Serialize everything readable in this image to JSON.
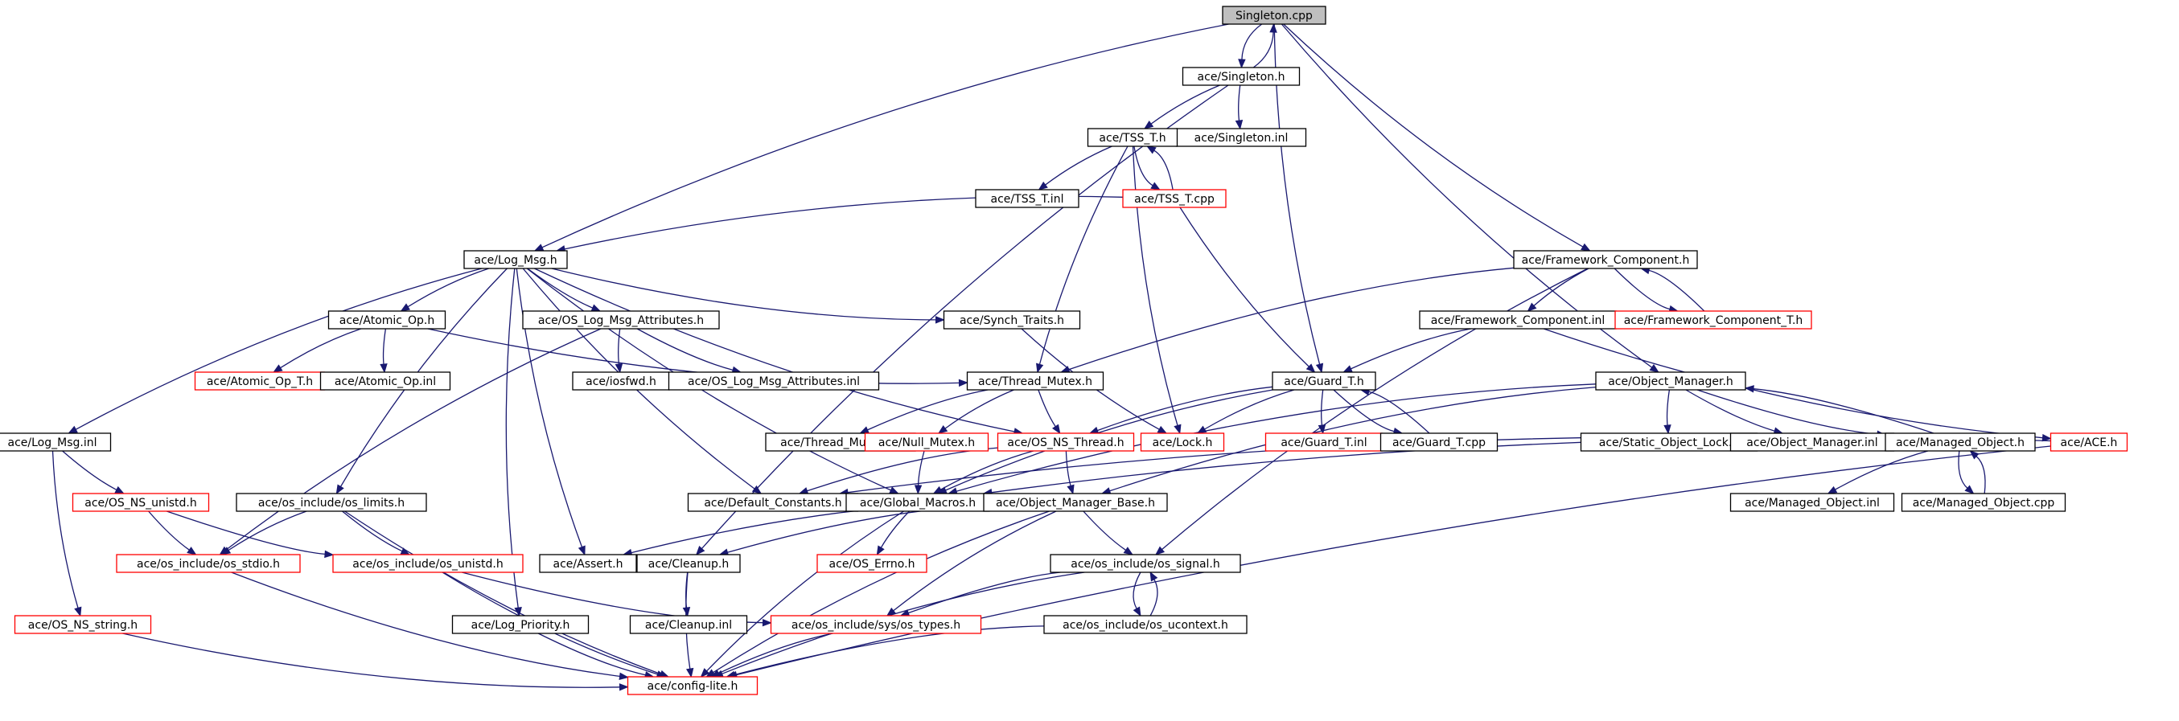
{
  "colors": {
    "edge": "#191970",
    "documented_border": "#000000",
    "undocumented_border": "#ff0000",
    "root_fill": "#bfbfbf",
    "node_fill": "#ffffff"
  },
  "graph": {
    "nodes": [
      {
        "id": "singleton_cpp",
        "label": "Singleton.cpp",
        "status": "root"
      },
      {
        "id": "singleton_h",
        "label": "ace/Singleton.h",
        "status": "documented"
      },
      {
        "id": "singleton_inl",
        "label": "ace/Singleton.inl",
        "status": "documented"
      },
      {
        "id": "tss_t_h",
        "label": "ace/TSS_T.h",
        "status": "documented"
      },
      {
        "id": "tss_t_inl",
        "label": "ace/TSS_T.inl",
        "status": "documented"
      },
      {
        "id": "tss_t_cpp",
        "label": "ace/TSS_T.cpp",
        "status": "undocumented"
      },
      {
        "id": "log_msg_h",
        "label": "ace/Log_Msg.h",
        "status": "documented"
      },
      {
        "id": "framework_component_h",
        "label": "ace/Framework_Component.h",
        "status": "documented"
      },
      {
        "id": "atomic_op_h",
        "label": "ace/Atomic_Op.h",
        "status": "documented"
      },
      {
        "id": "os_log_msg_attributes_h",
        "label": "ace/OS_Log_Msg_Attributes.h",
        "status": "documented"
      },
      {
        "id": "synch_traits_h",
        "label": "ace/Synch_Traits.h",
        "status": "documented"
      },
      {
        "id": "framework_component_inl",
        "label": "ace/Framework_Component.inl",
        "status": "documented"
      },
      {
        "id": "framework_component_t_h",
        "label": "ace/Framework_Component_T.h",
        "status": "undocumented"
      },
      {
        "id": "atomic_op_t_h",
        "label": "ace/Atomic_Op_T.h",
        "status": "undocumented"
      },
      {
        "id": "atomic_op_inl",
        "label": "ace/Atomic_Op.inl",
        "status": "documented"
      },
      {
        "id": "iosfwd_h",
        "label": "ace/iosfwd.h",
        "status": "documented"
      },
      {
        "id": "os_log_msg_attributes_inl",
        "label": "ace/OS_Log_Msg_Attributes.inl",
        "status": "documented"
      },
      {
        "id": "thread_mutex_h",
        "label": "ace/Thread_Mutex.h",
        "status": "documented"
      },
      {
        "id": "guard_t_h",
        "label": "ace/Guard_T.h",
        "status": "documented"
      },
      {
        "id": "object_manager_h",
        "label": "ace/Object_Manager.h",
        "status": "documented"
      },
      {
        "id": "log_msg_inl",
        "label": "ace/Log_Msg.inl",
        "status": "documented"
      },
      {
        "id": "thread_mutex_inl",
        "label": "ace/Thread_Mutex.inl",
        "status": "documented"
      },
      {
        "id": "null_mutex_h",
        "label": "ace/Null_Mutex.h",
        "status": "undocumented"
      },
      {
        "id": "os_ns_thread_h",
        "label": "ace/OS_NS_Thread.h",
        "status": "undocumented"
      },
      {
        "id": "lock_h",
        "label": "ace/Lock.h",
        "status": "undocumented"
      },
      {
        "id": "guard_t_inl",
        "label": "ace/Guard_T.inl",
        "status": "undocumented"
      },
      {
        "id": "guard_t_cpp",
        "label": "ace/Guard_T.cpp",
        "status": "documented"
      },
      {
        "id": "static_object_lock_h",
        "label": "ace/Static_Object_Lock.h",
        "status": "documented"
      },
      {
        "id": "object_manager_inl",
        "label": "ace/Object_Manager.inl",
        "status": "documented"
      },
      {
        "id": "managed_object_h",
        "label": "ace/Managed_Object.h",
        "status": "documented"
      },
      {
        "id": "ace_h",
        "label": "ace/ACE.h",
        "status": "undocumented"
      },
      {
        "id": "os_ns_unistd_h",
        "label": "ace/OS_NS_unistd.h",
        "status": "undocumented"
      },
      {
        "id": "os_limits_h",
        "label": "ace/os_include/os_limits.h",
        "status": "documented"
      },
      {
        "id": "default_constants_h",
        "label": "ace/Default_Constants.h",
        "status": "documented"
      },
      {
        "id": "global_macros_h",
        "label": "ace/Global_Macros.h",
        "status": "documented"
      },
      {
        "id": "object_manager_base_h",
        "label": "ace/Object_Manager_Base.h",
        "status": "documented"
      },
      {
        "id": "managed_object_inl",
        "label": "ace/Managed_Object.inl",
        "status": "documented"
      },
      {
        "id": "managed_object_cpp",
        "label": "ace/Managed_Object.cpp",
        "status": "documented"
      },
      {
        "id": "os_stdio_h",
        "label": "ace/os_include/os_stdio.h",
        "status": "undocumented"
      },
      {
        "id": "os_unistd_h",
        "label": "ace/os_include/os_unistd.h",
        "status": "undocumented"
      },
      {
        "id": "assert_h",
        "label": "ace/Assert.h",
        "status": "documented"
      },
      {
        "id": "cleanup_h",
        "label": "ace/Cleanup.h",
        "status": "documented"
      },
      {
        "id": "os_errno_h",
        "label": "ace/OS_Errno.h",
        "status": "undocumented"
      },
      {
        "id": "os_signal_h",
        "label": "ace/os_include/os_signal.h",
        "status": "documented"
      },
      {
        "id": "os_ns_string_h",
        "label": "ace/OS_NS_string.h",
        "status": "undocumented"
      },
      {
        "id": "log_priority_h",
        "label": "ace/Log_Priority.h",
        "status": "documented"
      },
      {
        "id": "cleanup_inl",
        "label": "ace/Cleanup.inl",
        "status": "documented"
      },
      {
        "id": "os_types_h",
        "label": "ace/os_include/sys/os_types.h",
        "status": "undocumented"
      },
      {
        "id": "os_ucontext_h",
        "label": "ace/os_include/os_ucontext.h",
        "status": "documented"
      },
      {
        "id": "config_lite_h",
        "label": "ace/config-lite.h",
        "status": "undocumented"
      }
    ],
    "edges": [
      [
        "singleton_cpp",
        "singleton_h"
      ],
      [
        "singleton_h",
        "singleton_cpp"
      ],
      [
        "singleton_cpp",
        "log_msg_h"
      ],
      [
        "singleton_cpp",
        "guard_t_h"
      ],
      [
        "singleton_cpp",
        "framework_component_h"
      ],
      [
        "singleton_cpp",
        "object_manager_h"
      ],
      [
        "singleton_h",
        "tss_t_h"
      ],
      [
        "singleton_h",
        "singleton_inl"
      ],
      [
        "singleton_h",
        "cleanup_h"
      ],
      [
        "tss_t_h",
        "tss_t_inl"
      ],
      [
        "tss_t_h",
        "tss_t_cpp"
      ],
      [
        "tss_t_cpp",
        "tss_t_h"
      ],
      [
        "tss_t_h",
        "thread_mutex_h"
      ],
      [
        "tss_t_h",
        "lock_h"
      ],
      [
        "tss_t_cpp",
        "log_msg_h"
      ],
      [
        "tss_t_cpp",
        "guard_t_h"
      ],
      [
        "log_msg_h",
        "atomic_op_h"
      ],
      [
        "log_msg_h",
        "os_log_msg_attributes_h"
      ],
      [
        "log_msg_h",
        "synch_traits_h"
      ],
      [
        "log_msg_h",
        "log_msg_inl"
      ],
      [
        "log_msg_h",
        "os_limits_h"
      ],
      [
        "log_msg_h",
        "default_constants_h"
      ],
      [
        "log_msg_h",
        "global_macros_h"
      ],
      [
        "log_msg_h",
        "assert_h"
      ],
      [
        "log_msg_h",
        "log_priority_h"
      ],
      [
        "log_msg_h",
        "os_ns_thread_h"
      ],
      [
        "atomic_op_h",
        "atomic_op_t_h"
      ],
      [
        "atomic_op_h",
        "atomic_op_inl"
      ],
      [
        "atomic_op_h",
        "thread_mutex_h"
      ],
      [
        "os_log_msg_attributes_h",
        "iosfwd_h"
      ],
      [
        "os_log_msg_attributes_h",
        "os_log_msg_attributes_inl"
      ],
      [
        "os_log_msg_attributes_h",
        "os_stdio_h"
      ],
      [
        "synch_traits_h",
        "lock_h"
      ],
      [
        "framework_component_h",
        "framework_component_inl"
      ],
      [
        "framework_component_h",
        "framework_component_t_h"
      ],
      [
        "framework_component_t_h",
        "framework_component_h"
      ],
      [
        "framework_component_h",
        "thread_mutex_h"
      ],
      [
        "framework_component_h",
        "os_signal_h"
      ],
      [
        "framework_component_inl",
        "guard_t_h"
      ],
      [
        "framework_component_inl",
        "ace_h"
      ],
      [
        "thread_mutex_h",
        "thread_mutex_inl"
      ],
      [
        "thread_mutex_h",
        "null_mutex_h"
      ],
      [
        "thread_mutex_h",
        "os_ns_thread_h"
      ],
      [
        "guard_t_h",
        "lock_h"
      ],
      [
        "guard_t_h",
        "guard_t_inl"
      ],
      [
        "guard_t_h",
        "guard_t_cpp"
      ],
      [
        "guard_t_cpp",
        "guard_t_h"
      ],
      [
        "guard_t_h",
        "os_ns_thread_h"
      ],
      [
        "guard_t_h",
        "global_macros_h"
      ],
      [
        "object_manager_h",
        "static_object_lock_h"
      ],
      [
        "object_manager_h",
        "object_manager_inl"
      ],
      [
        "object_manager_h",
        "managed_object_h"
      ],
      [
        "managed_object_h",
        "object_manager_h"
      ],
      [
        "object_manager_h",
        "object_manager_base_h"
      ],
      [
        "object_manager_h",
        "global_macros_h"
      ],
      [
        "managed_object_h",
        "managed_object_inl"
      ],
      [
        "managed_object_h",
        "managed_object_cpp"
      ],
      [
        "managed_object_cpp",
        "managed_object_h"
      ],
      [
        "managed_object_h",
        "default_constants_h"
      ],
      [
        "ace_h",
        "global_macros_h"
      ],
      [
        "ace_h",
        "config_lite_h"
      ],
      [
        "log_msg_inl",
        "os_ns_unistd_h"
      ],
      [
        "log_msg_inl",
        "os_ns_string_h"
      ],
      [
        "os_ns_unistd_h",
        "os_stdio_h"
      ],
      [
        "os_ns_unistd_h",
        "os_unistd_h"
      ],
      [
        "os_limits_h",
        "os_stdio_h"
      ],
      [
        "os_limits_h",
        "os_unistd_h"
      ],
      [
        "os_limits_h",
        "config_lite_h"
      ],
      [
        "null_mutex_h",
        "global_macros_h"
      ],
      [
        "os_ns_thread_h",
        "default_constants_h"
      ],
      [
        "os_ns_thread_h",
        "global_macros_h"
      ],
      [
        "os_ns_thread_h",
        "object_manager_base_h"
      ],
      [
        "global_macros_h",
        "os_errno_h"
      ],
      [
        "global_macros_h",
        "config_lite_h"
      ],
      [
        "object_manager_base_h",
        "assert_h"
      ],
      [
        "object_manager_base_h",
        "cleanup_h"
      ],
      [
        "object_manager_base_h",
        "os_signal_h"
      ],
      [
        "object_manager_base_h",
        "os_types_h"
      ],
      [
        "object_manager_base_h",
        "config_lite_h"
      ],
      [
        "os_stdio_h",
        "config_lite_h"
      ],
      [
        "os_unistd_h",
        "os_types_h"
      ],
      [
        "os_unistd_h",
        "config_lite_h"
      ],
      [
        "cleanup_h",
        "cleanup_inl"
      ],
      [
        "cleanup_h",
        "config_lite_h"
      ],
      [
        "os_signal_h",
        "os_types_h"
      ],
      [
        "os_signal_h",
        "os_ucontext_h"
      ],
      [
        "os_ucontext_h",
        "os_signal_h"
      ],
      [
        "os_signal_h",
        "config_lite_h"
      ],
      [
        "os_ucontext_h",
        "config_lite_h"
      ],
      [
        "os_types_h",
        "config_lite_h"
      ],
      [
        "os_ns_string_h",
        "config_lite_h"
      ],
      [
        "log_priority_h",
        "config_lite_h"
      ]
    ]
  }
}
